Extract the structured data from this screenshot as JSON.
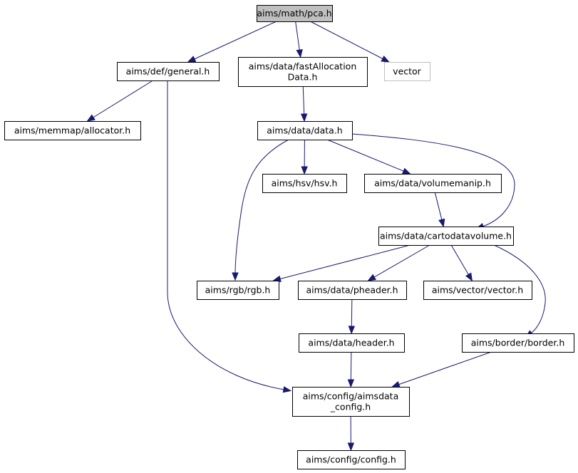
{
  "graph": {
    "edge_color": "#191970",
    "root_fill": "#bfbfbf",
    "external_border": "#bfbfbf",
    "nodes": [
      {
        "id": "pca",
        "lines": [
          "aims/math/pca.h"
        ],
        "kind": "root"
      },
      {
        "id": "general",
        "lines": [
          "aims/def/general.h"
        ]
      },
      {
        "id": "fastalloc",
        "lines": [
          "aims/data/fastAllocation",
          "Data.h"
        ]
      },
      {
        "id": "vector",
        "lines": [
          "vector"
        ],
        "kind": "external"
      },
      {
        "id": "allocator",
        "lines": [
          "aims/memmap/allocator.h"
        ]
      },
      {
        "id": "data",
        "lines": [
          "aims/data/data.h"
        ]
      },
      {
        "id": "hsv",
        "lines": [
          "aims/hsv/hsv.h"
        ]
      },
      {
        "id": "volumemanip",
        "lines": [
          "aims/data/volumemanip.h"
        ]
      },
      {
        "id": "cartodatavolume",
        "lines": [
          "aims/data/cartodatavolume.h"
        ]
      },
      {
        "id": "rgb",
        "lines": [
          "aims/rgb/rgb.h"
        ]
      },
      {
        "id": "pheader",
        "lines": [
          "aims/data/pheader.h"
        ]
      },
      {
        "id": "vectorh",
        "lines": [
          "aims/vector/vector.h"
        ]
      },
      {
        "id": "header",
        "lines": [
          "aims/data/header.h"
        ]
      },
      {
        "id": "border",
        "lines": [
          "aims/border/border.h"
        ]
      },
      {
        "id": "aimsdataconfig",
        "lines": [
          "aims/config/aimsdata",
          "_config.h"
        ]
      },
      {
        "id": "config",
        "lines": [
          "aims/config/config.h"
        ]
      }
    ],
    "edges": [
      {
        "from": "pca",
        "to": "general"
      },
      {
        "from": "pca",
        "to": "fastalloc"
      },
      {
        "from": "pca",
        "to": "vector"
      },
      {
        "from": "general",
        "to": "allocator"
      },
      {
        "from": "general",
        "to": "aimsdataconfig"
      },
      {
        "from": "fastalloc",
        "to": "data"
      },
      {
        "from": "data",
        "to": "hsv"
      },
      {
        "from": "data",
        "to": "volumemanip"
      },
      {
        "from": "data",
        "to": "cartodatavolume"
      },
      {
        "from": "data",
        "to": "rgb"
      },
      {
        "from": "volumemanip",
        "to": "cartodatavolume"
      },
      {
        "from": "cartodatavolume",
        "to": "rgb"
      },
      {
        "from": "cartodatavolume",
        "to": "pheader"
      },
      {
        "from": "cartodatavolume",
        "to": "vectorh"
      },
      {
        "from": "cartodatavolume",
        "to": "border"
      },
      {
        "from": "pheader",
        "to": "header"
      },
      {
        "from": "header",
        "to": "aimsdataconfig"
      },
      {
        "from": "border",
        "to": "aimsdataconfig"
      },
      {
        "from": "aimsdataconfig",
        "to": "config"
      }
    ]
  }
}
